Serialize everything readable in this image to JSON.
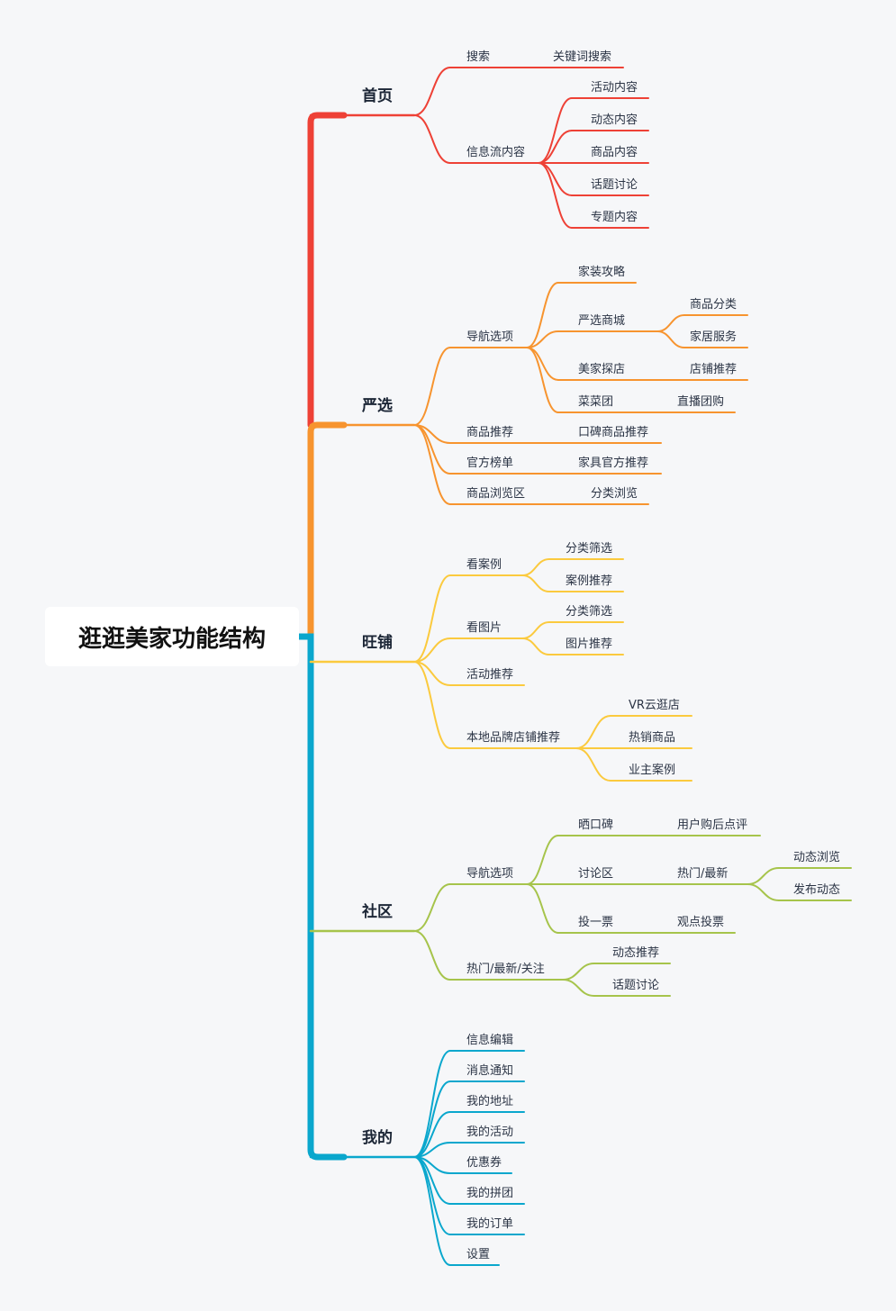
{
  "root": "逛逛美家功能结构",
  "colors": {
    "red": "#ee4136",
    "orange": "#f7942f",
    "yellow": "#fbca3e",
    "green": "#a6c44b",
    "blue": "#0aa7cd",
    "text": "#2b3445"
  },
  "branches": [
    {
      "label": "首页",
      "color": "#ee4136",
      "children": [
        {
          "label": "搜索",
          "children": [
            {
              "label": "关键词搜索"
            }
          ]
        },
        {
          "label": "信息流内容",
          "children": [
            {
              "label": "活动内容"
            },
            {
              "label": "动态内容"
            },
            {
              "label": "商品内容"
            },
            {
              "label": "话题讨论"
            },
            {
              "label": "专题内容"
            }
          ]
        }
      ]
    },
    {
      "label": "严选",
      "color": "#f7942f",
      "children": [
        {
          "label": "导航选项",
          "children": [
            {
              "label": "家装攻略"
            },
            {
              "label": "严选商城",
              "children": [
                {
                  "label": "商品分类"
                },
                {
                  "label": "家居服务"
                }
              ]
            },
            {
              "label": "美家探店",
              "children": [
                {
                  "label": "店铺推荐"
                }
              ]
            },
            {
              "label": "菜菜团",
              "children": [
                {
                  "label": "直播团购"
                }
              ]
            }
          ]
        },
        {
          "label": "商品推荐",
          "children": [
            {
              "label": "口碑商品推荐"
            }
          ]
        },
        {
          "label": "官方榜单",
          "children": [
            {
              "label": "家具官方推荐"
            }
          ]
        },
        {
          "label": "商品浏览区",
          "children": [
            {
              "label": "分类浏览"
            }
          ]
        }
      ]
    },
    {
      "label": "旺铺",
      "color": "#fbca3e",
      "children": [
        {
          "label": "看案例",
          "children": [
            {
              "label": "分类筛选"
            },
            {
              "label": "案例推荐"
            }
          ]
        },
        {
          "label": "看图片",
          "children": [
            {
              "label": "分类筛选"
            },
            {
              "label": "图片推荐"
            }
          ]
        },
        {
          "label": "活动推荐"
        },
        {
          "label": "本地品牌店铺推荐",
          "children": [
            {
              "label": "VR云逛店"
            },
            {
              "label": "热销商品"
            },
            {
              "label": "业主案例"
            }
          ]
        }
      ]
    },
    {
      "label": "社区",
      "color": "#a6c44b",
      "children": [
        {
          "label": "导航选项",
          "children": [
            {
              "label": "晒口碑",
              "children": [
                {
                  "label": "用户购后点评"
                }
              ]
            },
            {
              "label": "讨论区",
              "children": [
                {
                  "label": "热门/最新",
                  "children": [
                    {
                      "label": "动态浏览"
                    },
                    {
                      "label": "发布动态"
                    }
                  ]
                }
              ]
            },
            {
              "label": "投一票",
              "children": [
                {
                  "label": "观点投票"
                }
              ]
            }
          ]
        },
        {
          "label": "热门/最新/关注",
          "children": [
            {
              "label": "动态推荐"
            },
            {
              "label": "话题讨论"
            }
          ]
        }
      ]
    },
    {
      "label": "我的",
      "color": "#0aa7cd",
      "children": [
        {
          "label": "信息编辑"
        },
        {
          "label": "消息通知"
        },
        {
          "label": "我的地址"
        },
        {
          "label": "我的活动"
        },
        {
          "label": "优惠券"
        },
        {
          "label": "我的拼团"
        },
        {
          "label": "我的订单"
        },
        {
          "label": "设置"
        }
      ]
    }
  ]
}
